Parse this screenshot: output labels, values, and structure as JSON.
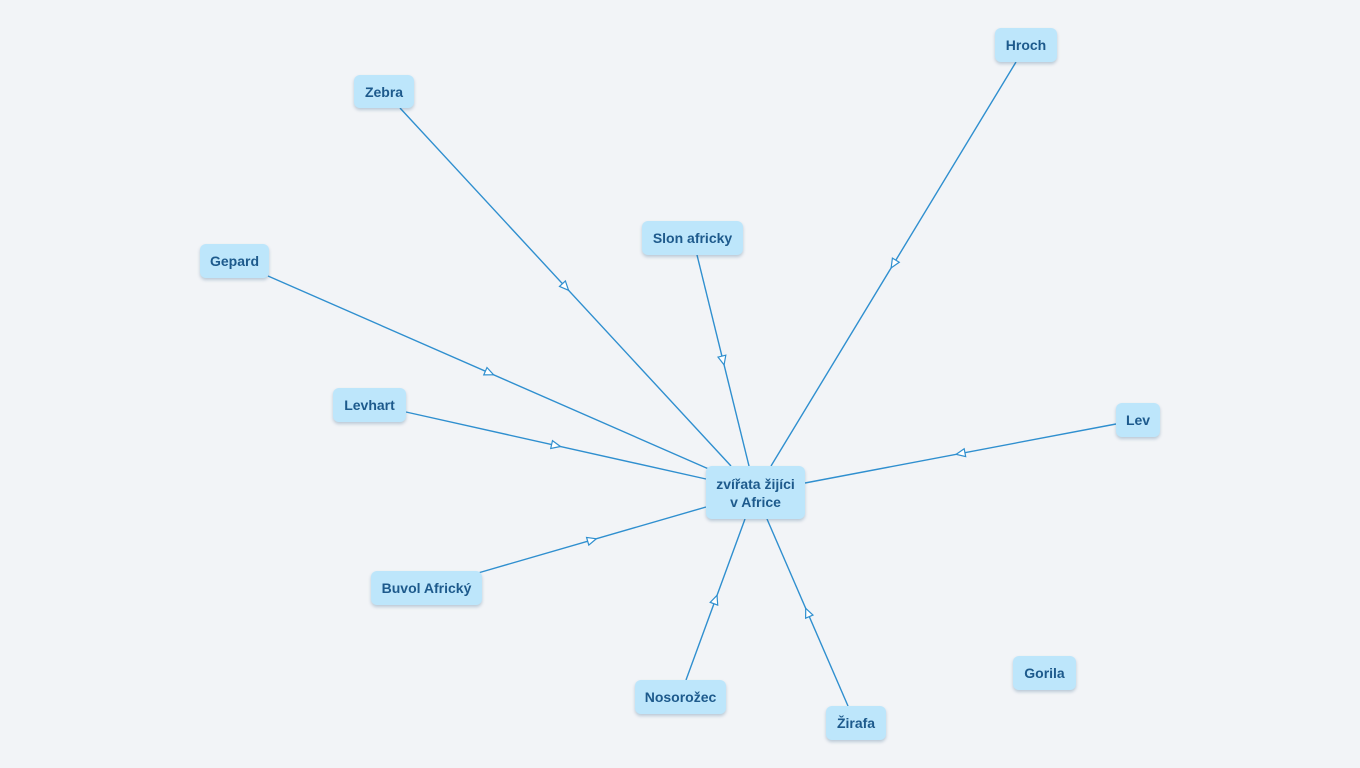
{
  "colors": {
    "background": "#f2f4f7",
    "node_fill": "#bde6fb",
    "node_text": "#1d5a8c",
    "edge": "#2f8fcf"
  },
  "map": {
    "center": {
      "line1": "zvířata žijíci",
      "line2": "v Africe"
    },
    "nodes": [
      {
        "id": "zebra",
        "label": "Zebra"
      },
      {
        "id": "hroch",
        "label": "Hroch"
      },
      {
        "id": "slon",
        "label": "Slon africky"
      },
      {
        "id": "gepard",
        "label": "Gepard"
      },
      {
        "id": "levhart",
        "label": "Levhart"
      },
      {
        "id": "lev",
        "label": "Lev"
      },
      {
        "id": "buvol",
        "label": "Buvol Africký"
      },
      {
        "id": "nosorozec",
        "label": "Nosorožec"
      },
      {
        "id": "zirafa",
        "label": "Žirafa"
      },
      {
        "id": "gorila",
        "label": "Gorila"
      }
    ],
    "edges": [
      {
        "from": "zebra",
        "to": "center"
      },
      {
        "from": "hroch",
        "to": "center"
      },
      {
        "from": "slon",
        "to": "center"
      },
      {
        "from": "gepard",
        "to": "center"
      },
      {
        "from": "levhart",
        "to": "center"
      },
      {
        "from": "lev",
        "to": "center"
      },
      {
        "from": "buvol",
        "to": "center"
      },
      {
        "from": "nosorozec",
        "to": "center"
      },
      {
        "from": "zirafa",
        "to": "center"
      }
    ]
  }
}
